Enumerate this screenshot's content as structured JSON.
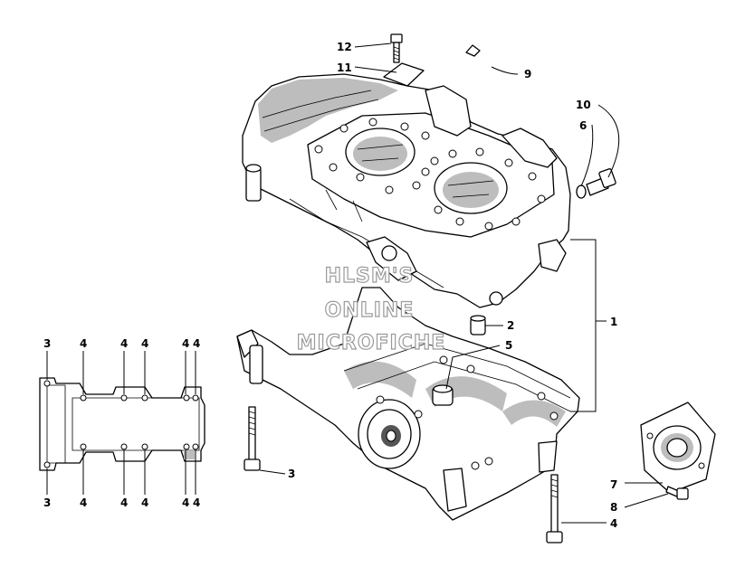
{
  "watermark": {
    "line1": "HLSM'S",
    "line2": "ONLINE",
    "line3": "MICROFICHE"
  },
  "callouts": {
    "c1": "1",
    "c2": "2",
    "c3": "3",
    "c4": "4",
    "c5": "5",
    "c6": "6",
    "c7": "7",
    "c8": "8",
    "c9": "9",
    "c10": "10",
    "c11": "11",
    "c12": "12"
  },
  "inset_labels": {
    "top": [
      "3",
      "4",
      "4",
      "4",
      "4",
      "4"
    ],
    "bottom": [
      "3",
      "4",
      "4",
      "4",
      "4",
      "4"
    ]
  }
}
